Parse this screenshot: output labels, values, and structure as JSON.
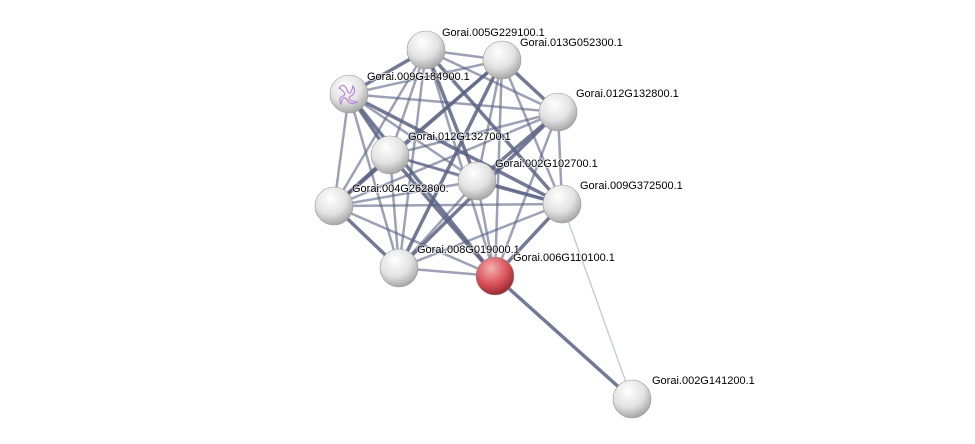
{
  "network": {
    "query_color": "#d9535a",
    "node_color": "#e6e6e6",
    "edge_color": "#5a6384",
    "nodes": [
      {
        "id": "n1",
        "label": "Gorai.005G229100.1"
      },
      {
        "id": "n2",
        "label": "Gorai.013G052300.1"
      },
      {
        "id": "n3",
        "label": "Gorai.009G184900.1",
        "has_structure": true
      },
      {
        "id": "n4",
        "label": "Gorai.012G132800.1"
      },
      {
        "id": "n5",
        "label": "Gorai.012G132700.1"
      },
      {
        "id": "n6",
        "label": "Gorai.002G102700.1"
      },
      {
        "id": "n7",
        "label": "Gorai.004G262800."
      },
      {
        "id": "n8",
        "label": "Gorai.009G372500.1"
      },
      {
        "id": "n9",
        "label": "Gorai.008G019000.1"
      },
      {
        "id": "n10",
        "label": "Gorai.006G110100.1",
        "query": true
      },
      {
        "id": "n11",
        "label": "Gorai.002G141200.1"
      }
    ],
    "extra_edges": [
      {
        "a": "n10",
        "b": "n11",
        "strength": "strong"
      },
      {
        "a": "n8",
        "b": "n11",
        "strength": "weak"
      }
    ],
    "clique": [
      "n1",
      "n2",
      "n3",
      "n4",
      "n5",
      "n6",
      "n7",
      "n8",
      "n9",
      "n10"
    ]
  }
}
